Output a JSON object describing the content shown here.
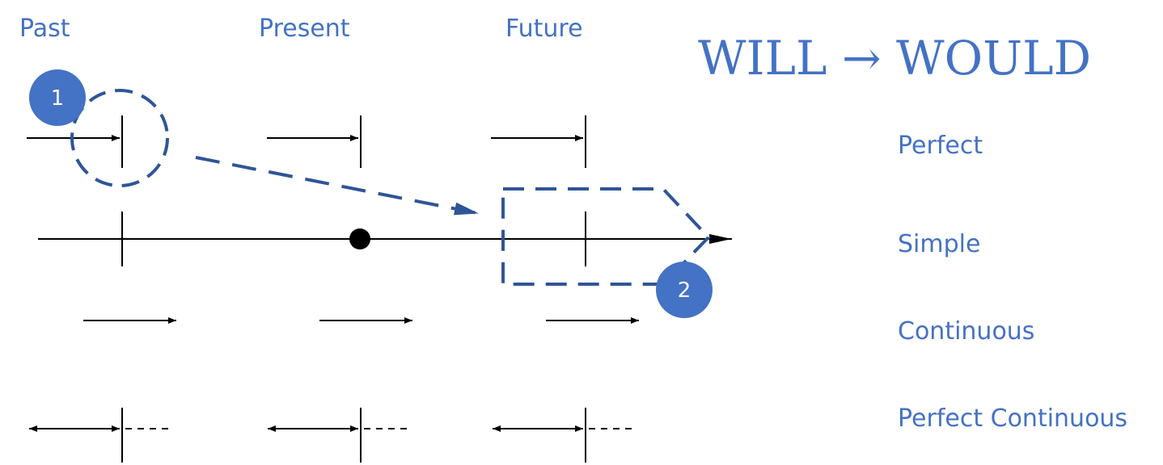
{
  "colors": {
    "accent": "#4472c4",
    "highlight": "#2f5597",
    "line": "#000000",
    "badge_text": "#ffffff"
  },
  "time_labels": {
    "past": "Past",
    "present": "Present",
    "future": "Future"
  },
  "title": "WILL → WOULD",
  "tense_labels": {
    "perfect": "Perfect",
    "simple": "Simple",
    "continuous": "Continuous",
    "perfect_continuous": "Perfect Continuous"
  },
  "badges": {
    "one": "1",
    "two": "2"
  }
}
